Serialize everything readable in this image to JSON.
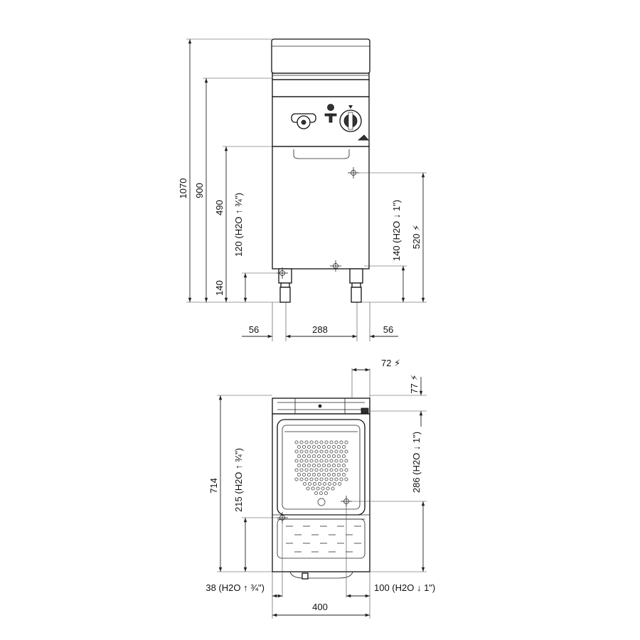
{
  "front_view": {
    "dims": {
      "h1070": "1070",
      "h900": "900",
      "h490": "490",
      "h140_left": "140",
      "water_in": "120 (H2O ↑ ¾\")",
      "water_out": "140 (H2O ↓ 1\")",
      "electric": "520 ⚡",
      "w56_left": "56",
      "w288": "288",
      "w56_right": "56"
    }
  },
  "top_view": {
    "dims": {
      "d72": "72 ⚡",
      "d77": "77 ⚡",
      "d714": "714",
      "d215": "215 (H2O ↑ ¾\")",
      "d286": "286 (H2O ↓ 1\")",
      "d38": "38 (H2O ↑ ¾\")",
      "d100": "100 (H2O ↓ 1\")",
      "d400": "400"
    }
  }
}
